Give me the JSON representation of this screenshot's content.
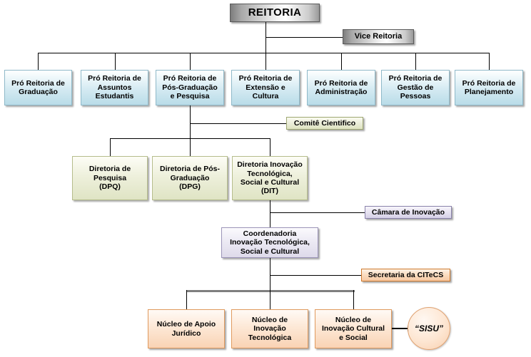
{
  "diagram": {
    "title": "Organograma REITORIA",
    "colors": {
      "blue_fill": "#c8e4ee",
      "green_fill": "#e3e7c9",
      "purple_fill": "#ded9ea",
      "orange_fill": "#fadcc0",
      "gray_fill": "#b0b0b0",
      "line": "#000000",
      "thick_bar": "#7f7f7f"
    },
    "nodes": {
      "reitoria": "REITORIA",
      "vice_reitoria": "Vice Reitoria",
      "pro_graduacao": "Pró Reitoria de\nGraduação",
      "pro_assuntos": "Pró Reitoria de\nAssuntos\nEstudantis",
      "pro_posgrad": "Pró Reitoria de\nPós-Graduação\ne Pesquisa",
      "pro_extensao": "Pró Reitoria de\nExtensão e\nCultura",
      "pro_administracao": "Pró Reitoria de\nAdministração",
      "pro_gestao": "Pró Reitoria de\nGestão de\nPessoas",
      "pro_planejamento": "Pró Reitoria de\nPlanejamento",
      "comite_cientifico": "Comitê Cientifico",
      "diretoria_pesquisa": "Diretoria de\nPesquisa\n(DPQ)",
      "diretoria_posgrad": "Diretoria de Pós-\nGraduação\n(DPG)",
      "diretoria_inovacao": "Diretoria Inovação\nTecnológica,\nSocial e Cultural\n(DIT)",
      "camara_inovacao": "Câmara de Inovação",
      "coordenadoria": "Coordenadoria\nInovação Tecnológica,\nSocial e Cultural",
      "secretaria_citecs": "Secretaria da CITeCS",
      "nucleo_juridico": "Núcleo de Apoio\nJurídico",
      "nucleo_tecnologica": "Núcleo de\nInovação\nTecnológica",
      "nucleo_cultural": "Núcleo de\nInovação Cultural\ne Social",
      "sisu": "“SISU”"
    }
  }
}
